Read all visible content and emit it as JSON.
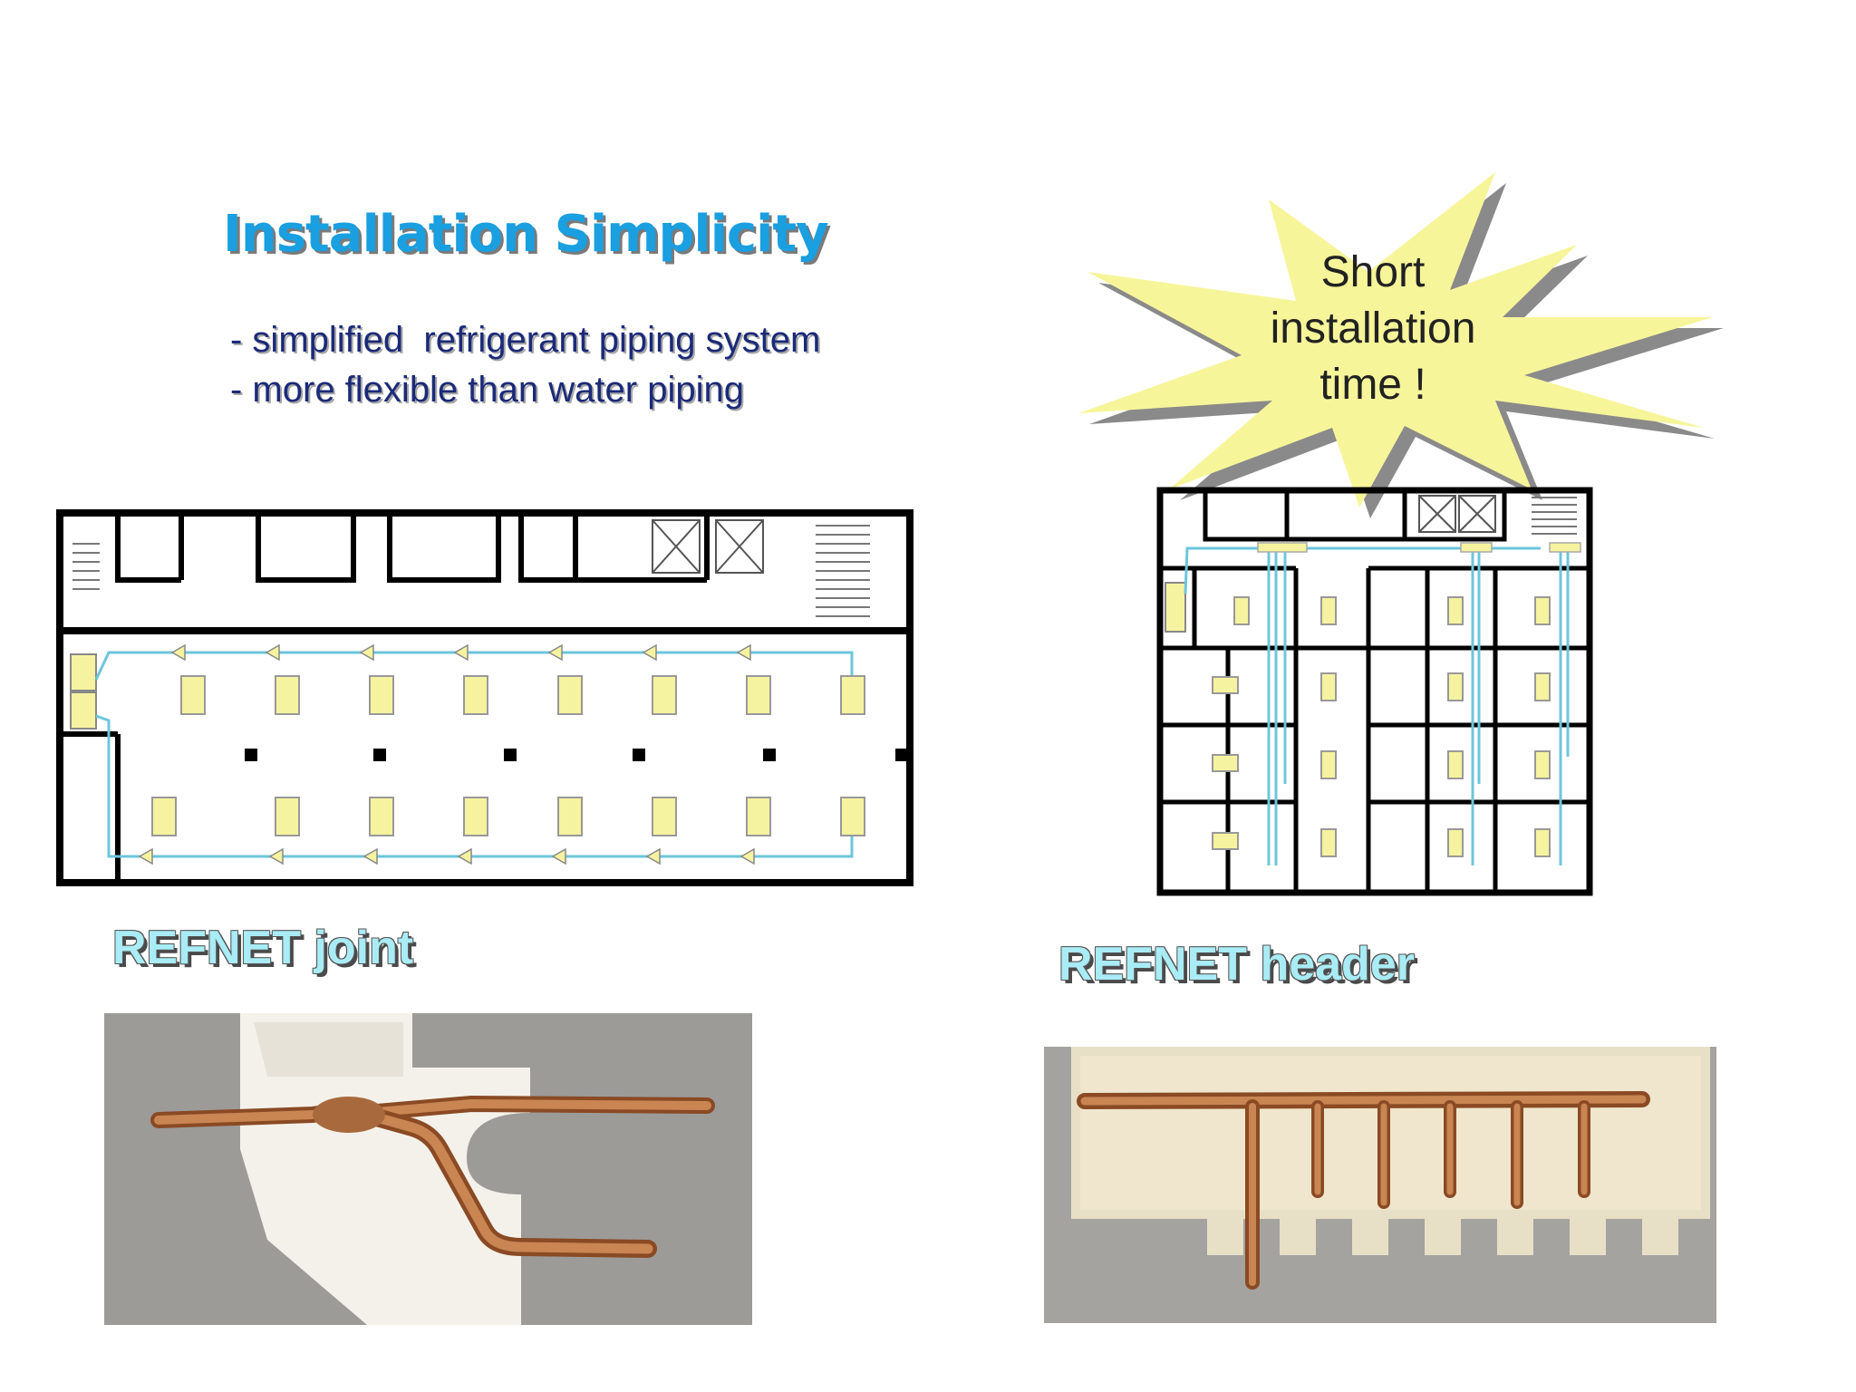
{
  "slide": {
    "title": "Installation Simplicity",
    "bullets": [
      "- simplified  refrigerant piping system",
      "- more flexible than water piping"
    ],
    "burst": {
      "lines": [
        "Short",
        "installation",
        "time !"
      ],
      "fill": "#f7f59a"
    },
    "captions": {
      "joint": "REFNET joint",
      "header": "REFNET header"
    },
    "colors": {
      "title": "#1a9fe0",
      "bullets": "#1b2a78",
      "caption": "#a9ecf5",
      "pipe": "#6cc6dc",
      "indoor_unit": "#f6f3a0",
      "copper": "#b8683a"
    }
  }
}
